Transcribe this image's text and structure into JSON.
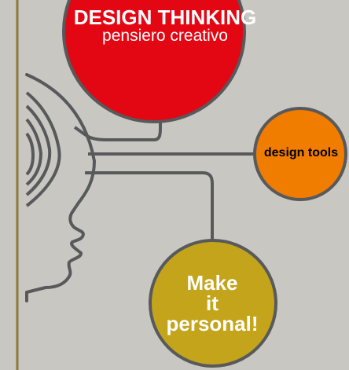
{
  "diagram": {
    "main_circle": {
      "title": "DESIGN THINKING",
      "subtitle": "pensiero creativo",
      "color": "#e30613"
    },
    "tools_circle": {
      "label": "design tools",
      "color": "#f07c00"
    },
    "personal_circle": {
      "line1": "Make",
      "line2": "it",
      "line3": "personal!",
      "color": "#c3a41b"
    },
    "stroke_color": "#58595b",
    "background": "#c8c7c2",
    "accent_line_color": "#8c7a3a"
  }
}
